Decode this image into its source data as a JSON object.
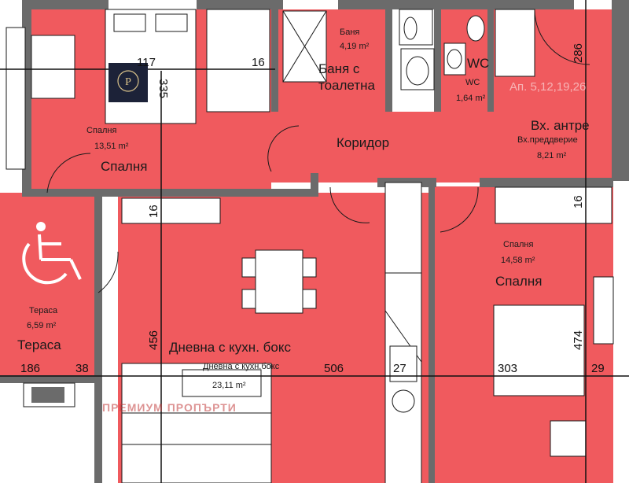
{
  "colors": {
    "room_fill": "#f05a5e",
    "wall": "#6b6b6b",
    "fixture": "#ffffff",
    "line": "#1a1a1a",
    "logo_bg": "#1c2238"
  },
  "apartment_label": "Ап. 5,12,19,26",
  "watermark": "ПРЕМИУМ ПРОПЪРТИ",
  "rooms": {
    "bedroom1": {
      "name_small": "Спалня",
      "area": "13,51 m²",
      "name_big": "Спалня"
    },
    "bath": {
      "name_small": "Баня",
      "area": "4,19 m²",
      "name_big_1": "Баня с",
      "name_big_2": "тоалетна"
    },
    "wc": {
      "name_big": "WC",
      "name_small": "WC",
      "area": "1,64 m²"
    },
    "entrance": {
      "name_big": "Вх. антре",
      "name_small": "Вх.преддверие",
      "area": "8,21 m²"
    },
    "corridor": {
      "name_big": "Коридор"
    },
    "bedroom2": {
      "name_small": "Спалня",
      "area": "14,58 m²",
      "name_big": "Спалня"
    },
    "living": {
      "name_big": "Дневна с кухн. бокс",
      "name_small": "Дневна с кухн.бокс",
      "area": "23,11 m²"
    },
    "terrace": {
      "name_small": "Тераса",
      "area": "6,59 m²",
      "name_big": "Тераса"
    }
  },
  "dimensions": {
    "d117": "117",
    "d16a": "16",
    "d335": "335",
    "d286": "286",
    "d16b": "16",
    "d16c": "16",
    "d456": "456",
    "d186": "186",
    "d38": "38",
    "d506": "506",
    "d27": "27",
    "d303": "303",
    "d29": "29",
    "d474": "474"
  },
  "icons": {
    "accessibility": "wheelchair-icon",
    "logo": "premium-property-logo"
  }
}
